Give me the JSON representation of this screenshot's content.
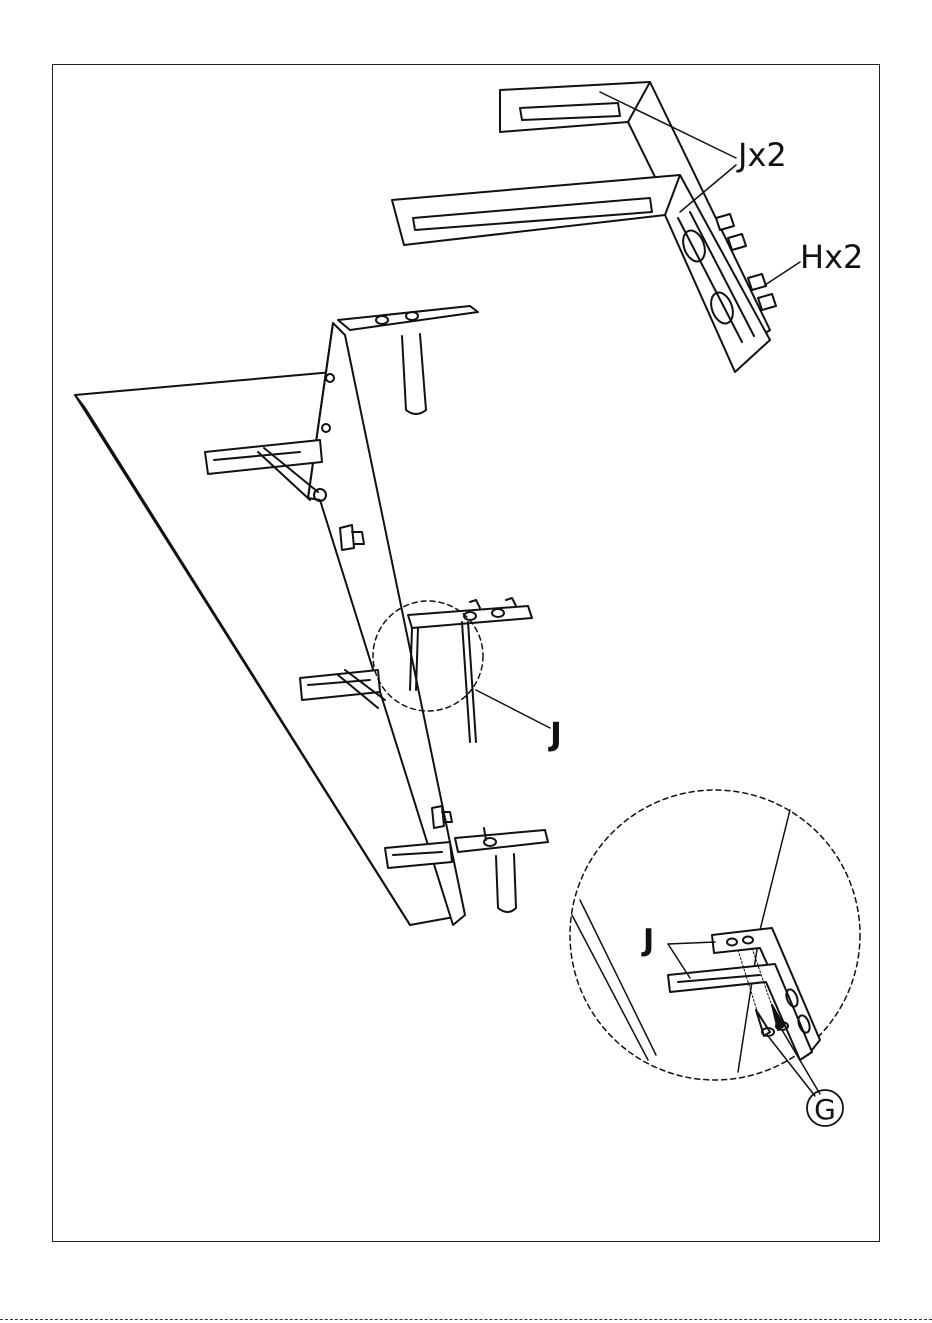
{
  "labels": {
    "brackets_top": "Jx2",
    "bolts_top": "Hx2",
    "bracket_callout": "J",
    "detail_bracket": "J",
    "detail_screws": "G"
  },
  "colors": {
    "stroke": "#111111",
    "background": "#ffffff"
  }
}
